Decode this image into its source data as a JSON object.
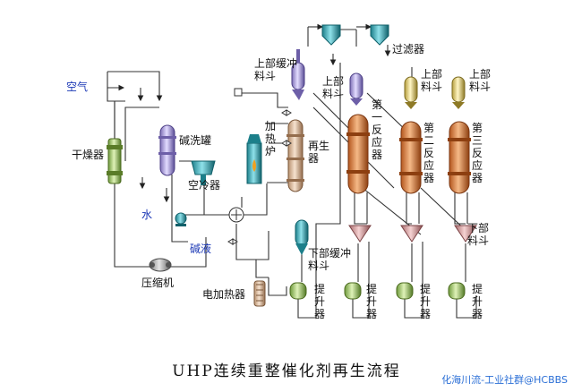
{
  "labels": {
    "air": "空气",
    "dryer": "干燥器",
    "caustic_tank": "碱洗罐",
    "air_cooler": "空冷器",
    "water": "水",
    "caustic_liquid": "碱液",
    "compressor": "压缩机",
    "heater_furnace": "加热炉",
    "regenerator": "再生器",
    "upper_buffer_hopper": "上部缓冲料斗",
    "lower_buffer_hopper": "下部缓冲料斗",
    "filter": "过滤器",
    "upper_hopper": "上部料斗",
    "lower_hopper": "下部料斗",
    "reactor_1": "第一反应器",
    "reactor_2": "第二反应器",
    "reactor_3": "第三反应器",
    "lifter": "提升器",
    "electric_heater": "电加热器"
  },
  "title": "UHP连续重整催化剂再生流程",
  "watermark": "化海川流-工业社群@HCBBS"
}
